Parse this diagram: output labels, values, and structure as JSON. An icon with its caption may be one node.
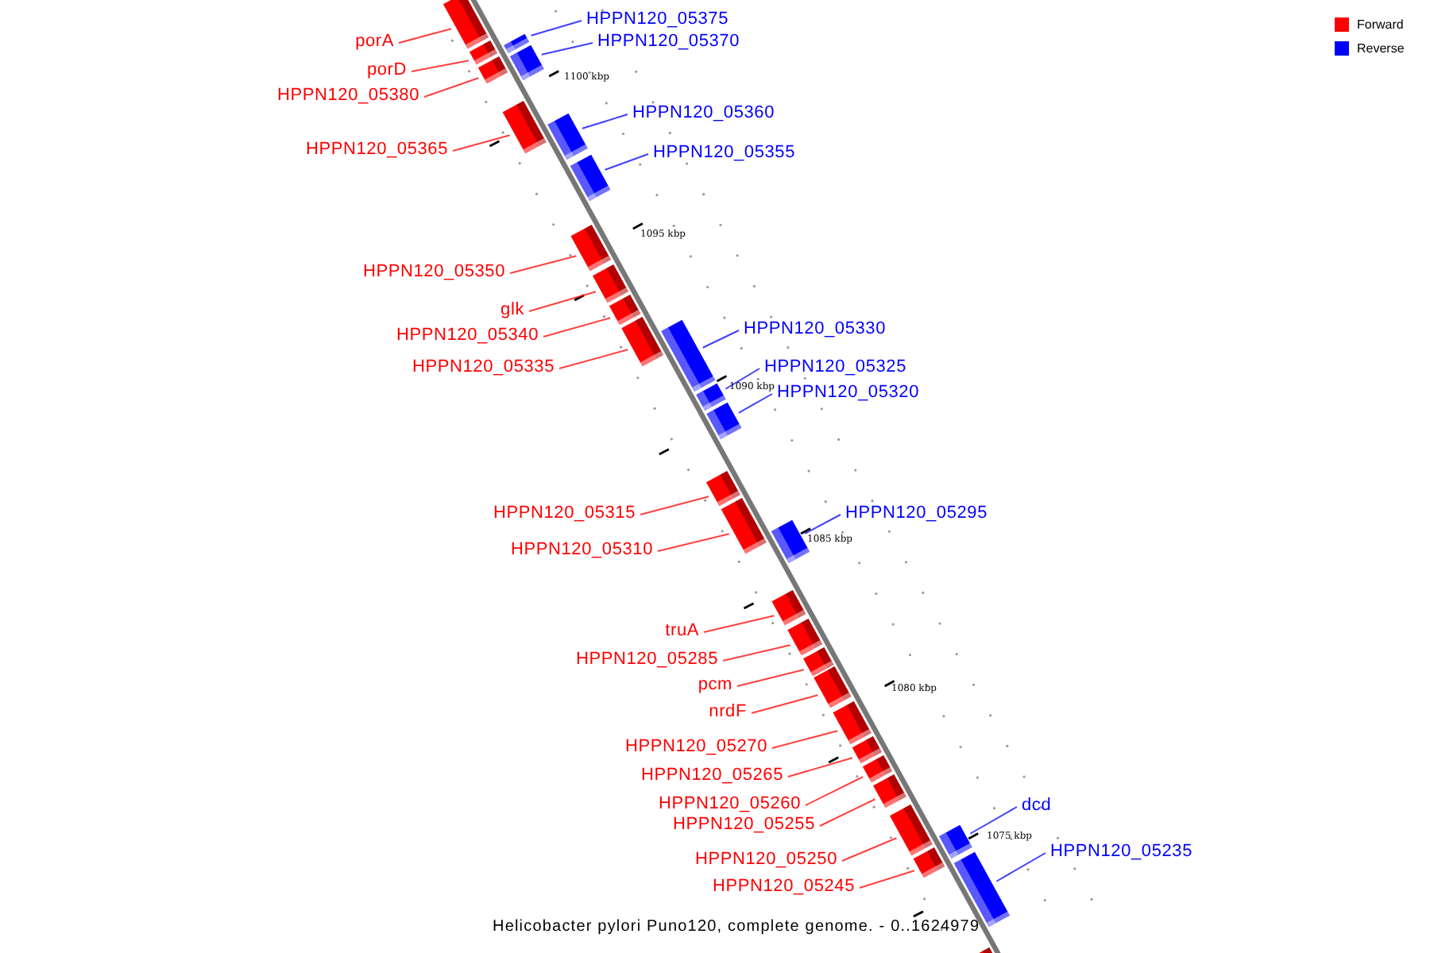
{
  "diagram": {
    "caption": "Helicobacter pylori Puno120, complete genome. - 0..1624979",
    "nodes": [
      {
        "text": [
          "HPPN120_05375"
        ]
      },
      {
        "text": [],
        "shape": "bar"
      },
      {
        "text": [
          "porA"
        ]
      },
      {
        "text": [],
        "shape": "bar"
      },
      {
        "text": [
          "HPPN120_05370"
        ]
      },
      {
        "text": [],
        "shape": "bar"
      },
      {
        "text": [
          "porD"
        ]
      },
      {
        "text": [],
        "shape": "bar"
      },
      {
        "text": [
          "HPPN120_05380"
        ]
      },
      {
        "text": [],
        "shape": "bar"
      },
      {
        "text": [
          "HPPN120_05360"
        ]
      },
      {
        "text": [],
        "shape": "bar"
      },
      {
        "text": [
          "HPPN120_05365"
        ]
      },
      {
        "text": [],
        "shape": "bar"
      },
      {
        "text": [
          "HPPN120_05355"
        ]
      },
      {
        "text": [],
        "shape": "bar"
      },
      {
        "text": [
          "HPPN120_05350"
        ]
      },
      {
        "text": [],
        "shape": "bar"
      },
      {
        "text": [
          "glk"
        ]
      },
      {
        "text": [],
        "shape": "bar"
      },
      {
        "text": [
          "HPPN120_05330"
        ]
      },
      {
        "text": [],
        "shape": "bar"
      },
      {
        "text": [
          "HPPN120_05340"
        ]
      },
      {
        "text": [],
        "shape": "bar"
      },
      {
        "text": [
          "HPPN120_05335"
        ]
      },
      {
        "text": [],
        "shape": "bar"
      },
      {
        "text": [
          "HPPN120_05325"
        ]
      },
      {
        "text": [],
        "shape": "bar"
      },
      {
        "text": [
          "HPPN120_05320"
        ]
      },
      {
        "text": [],
        "shape": "bar"
      },
      {
        "text": [
          "HPPN120_05315"
        ]
      },
      {
        "text": [],
        "shape": "bar"
      },
      {
        "text": [
          "HPPN120_05295"
        ]
      },
      {
        "text": [],
        "shape": "bar"
      },
      {
        "text": [
          "HPPN120_05310"
        ]
      },
      {
        "text": [],
        "shape": "bar"
      },
      {
        "text": [
          "truA"
        ]
      },
      {
        "text": [],
        "shape": "bar"
      },
      {
        "text": [
          "HPPN120_05285"
        ]
      },
      {
        "text": [],
        "shape": "bar"
      },
      {
        "text": [
          "pcm"
        ]
      },
      {
        "text": [],
        "shape": "bar"
      },
      {
        "text": [
          "nrdF"
        ]
      },
      {
        "text": [],
        "shape": "bar"
      },
      {
        "text": [
          "HPPN120_05270"
        ]
      },
      {
        "text": [],
        "shape": "bar"
      },
      {
        "text": [
          "HPPN120_05265"
        ]
      },
      {
        "text": [],
        "shape": "bar"
      },
      {
        "text": [
          "HPPN120_05260"
        ]
      },
      {
        "text": [],
        "shape": "bar"
      },
      {
        "text": [
          "dcd"
        ]
      },
      {
        "text": [],
        "shape": "bar"
      },
      {
        "text": [
          "HPPN120_05255"
        ]
      },
      {
        "text": [],
        "shape": "bar"
      },
      {
        "text": [
          "HPPN120_05235"
        ]
      },
      {
        "text": [],
        "shape": "bar"
      },
      {
        "text": [
          "HPPN120_05250"
        ]
      },
      {
        "text": [],
        "shape": "bar"
      },
      {
        "text": [
          "HPPN120_05245"
        ]
      },
      {
        "text": [],
        "shape": "bar"
      },
      {
        "text": [],
        "shape": "bar"
      }
    ],
    "edges": [
      {
        "from": 0,
        "to": 1,
        "arrow": "none",
        "color": "#0000ff"
      },
      {
        "from": 2,
        "to": 3,
        "arrow": "none"
      },
      {
        "from": 4,
        "to": 5,
        "arrow": "none",
        "color": "#0000ff"
      },
      {
        "from": 6,
        "to": 7,
        "arrow": "none"
      },
      {
        "from": 8,
        "to": 9,
        "arrow": "none"
      },
      {
        "from": 10,
        "to": 11,
        "arrow": "none",
        "color": "#0000ff"
      },
      {
        "from": 12,
        "to": 13,
        "arrow": "none"
      },
      {
        "from": 14,
        "to": 15,
        "arrow": "none",
        "color": "#0000ff"
      },
      {
        "from": 16,
        "to": 17,
        "arrow": "none"
      },
      {
        "from": 18,
        "to": 19,
        "arrow": "none"
      },
      {
        "from": 20,
        "to": 21,
        "arrow": "none",
        "color": "#0000ff"
      },
      {
        "from": 22,
        "to": 23,
        "arrow": "none"
      },
      {
        "from": 24,
        "to": 25,
        "arrow": "none"
      },
      {
        "from": 26,
        "to": 27,
        "arrow": "none",
        "color": "#0000ff"
      },
      {
        "from": 28,
        "to": 29,
        "arrow": "none",
        "color": "#0000ff"
      },
      {
        "from": 30,
        "to": 31,
        "arrow": "none"
      },
      {
        "from": 32,
        "to": 33,
        "arrow": "none",
        "color": "#0000ff"
      },
      {
        "from": 34,
        "to": 35,
        "arrow": "none"
      },
      {
        "from": 36,
        "to": 37,
        "arrow": "none"
      },
      {
        "from": 38,
        "to": 39,
        "arrow": "none"
      },
      {
        "from": 40,
        "to": 41,
        "arrow": "none"
      },
      {
        "from": 42,
        "to": 43,
        "arrow": "none"
      },
      {
        "from": 44,
        "to": 45,
        "arrow": "none"
      },
      {
        "from": 46,
        "to": 47,
        "arrow": "none"
      },
      {
        "from": 48,
        "to": 49,
        "arrow": "none"
      },
      {
        "from": 50,
        "to": 51,
        "arrow": "none",
        "color": "#0000ff"
      },
      {
        "from": 52,
        "to": 53,
        "arrow": "none"
      },
      {
        "from": 54,
        "to": 55,
        "arrow": "none",
        "color": "#0000ff"
      },
      {
        "from": 56,
        "to": 57,
        "arrow": "none"
      },
      {
        "from": 58,
        "to": 59,
        "arrow": "none"
      }
    ],
    "labels": [
      "1100 kbp",
      "1095 kbp",
      "1090 kbp",
      "1085 kbp",
      "1080 kbp",
      "1075 kbp"
    ],
    "legend": [
      {
        "text": "Forward",
        "color": "#ff0000"
      },
      {
        "text": "Reverse",
        "color": "#0000ff"
      }
    ]
  }
}
